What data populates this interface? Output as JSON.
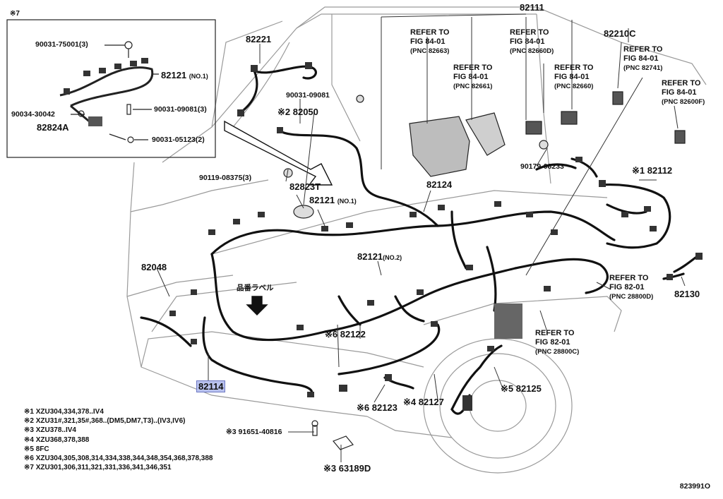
{
  "inset": {
    "marker": "※7",
    "parts": {
      "p1": "90031-75001(3)",
      "p2": "82121",
      "p2_note": "(NO.1)",
      "p3": "90034-30042",
      "p4": "90031-09081(3)",
      "p5": "82824A",
      "p6": "90031-05123(2)"
    }
  },
  "callouts": {
    "c82111": "82111",
    "c82221": "82221",
    "c82210c": "82210C",
    "c90031_09081": "90031-09081",
    "c82050": "※2 82050",
    "c90119": "90119-08375(3)",
    "c82823t": "82823T",
    "c82121a": "82121",
    "c82121a_note": "(NO.1)",
    "c82124": "82124",
    "c90179": "90179-08233",
    "c82112": "※1 82112",
    "c82048": "82048",
    "c82121b": "82121",
    "c82121b_note": "(NO.2)",
    "c_label": "品番ラベル",
    "c82122": "※6 82122",
    "c82130": "82130",
    "c82114": "82114",
    "c82125": "※5 82125",
    "c82123": "※6 82123",
    "c82127": "※4 82127",
    "c91651": "※3 91651-40816",
    "c63189d": "※3 63189D"
  },
  "refs": [
    {
      "l1": "REFER TO",
      "l2": "FIG 84-01",
      "pnc": "(PNC 82663)"
    },
    {
      "l1": "REFER TO",
      "l2": "FIG 84-01",
      "pnc": "(PNC 82660D)"
    },
    {
      "l1": "REFER TO",
      "l2": "FIG 84-01",
      "pnc": "(PNC 82661)"
    },
    {
      "l1": "REFER TO",
      "l2": "FIG 84-01",
      "pnc": "(PNC 82660)"
    },
    {
      "l1": "REFER TO",
      "l2": "FIG 84-01",
      "pnc": "(PNC 82741)"
    },
    {
      "l1": "REFER TO",
      "l2": "FIG 84-01",
      "pnc": "(PNC 82600F)"
    },
    {
      "l1": "REFER TO",
      "l2": "FIG 82-01",
      "pnc": "(PNC 28800D)"
    },
    {
      "l1": "REFER TO",
      "l2": "FIG 82-01",
      "pnc": "(PNC 28800C)"
    }
  ],
  "notes": [
    "※1 XZU304,334,378..IV4",
    "※2 XZU31#,321,35#,368..(DM5,DM7,T3)..(IV3,IV6)",
    "※3 XZU378..IV4",
    "※4 XZU368,378,388",
    "※5 8FC",
    "※6 XZU304,305,308,314,334,338,344,348,354,368,378,388",
    "※7 XZU301,306,311,321,331,336,341,346,351"
  ],
  "figure_id": "823991O"
}
